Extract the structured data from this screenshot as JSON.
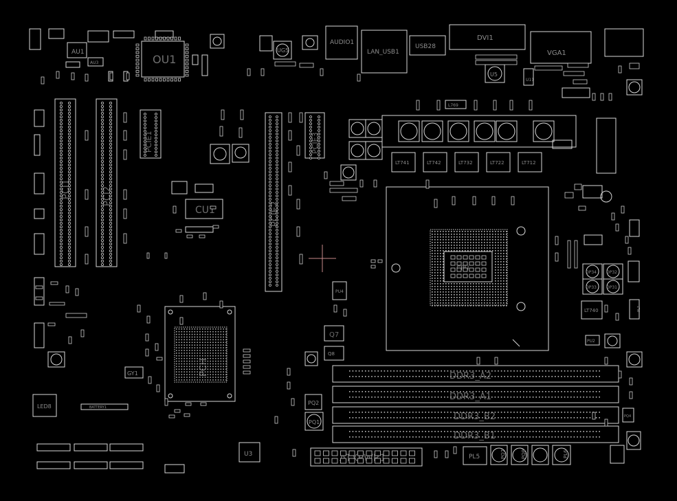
{
  "board": {
    "background": "#000000",
    "outline_color": "#d9d9d9",
    "cursor_color": "#c98a8a"
  },
  "labels": {
    "au1": "AU1",
    "au3": "AU3",
    "ou1": "OU1",
    "ug5": "UG5",
    "audio1": "AUDIO1",
    "lan_usb1": "LAN_USB1",
    "usb28": "USB28",
    "dvi1": "DVI1",
    "vga1": "VGA1",
    "u5": "U5",
    "u11": "U11",
    "cu1": "CU1",
    "pci1": "PCI1",
    "pci2": "PCI2",
    "pcie1": "PCIE1",
    "pcie2": "PCIE2",
    "pcie3": "PCIE3",
    "pcie4": "PCIE4",
    "l769": "L769",
    "lt741": "LT741",
    "lt742": "LT742",
    "lt732": "LT732",
    "lt722": "LT722",
    "lt712": "LT712",
    "lt740": "LT740",
    "q7": "Q7",
    "q8": "Q8",
    "pq2": "PQ2",
    "pq1": "PQ1",
    "u3": "U3",
    "gy1": "GY1",
    "led8": "LED8",
    "battery1": "BATTERY1",
    "atxpwr1": "ATXPWR1",
    "pl5": "PL5",
    "pq7": "PQ7",
    "pq8": "PQ8",
    "pl6": "PL6",
    "op32": "OP32",
    "op31": "OP31",
    "op34": "OP34",
    "op33": "OP33",
    "pu4": "PU4",
    "pu2": "PU2",
    "pl7": "PL7",
    "pq4": "PQ4",
    "cpu_socket": "CPU",
    "ddr3_a2": "DDR3_A2",
    "ddr3_a1": "DDR3_A1",
    "ddr3_b2": "DDR3_B2",
    "ddr3_b1": "DDR3_B1",
    "pch": "PCH"
  }
}
